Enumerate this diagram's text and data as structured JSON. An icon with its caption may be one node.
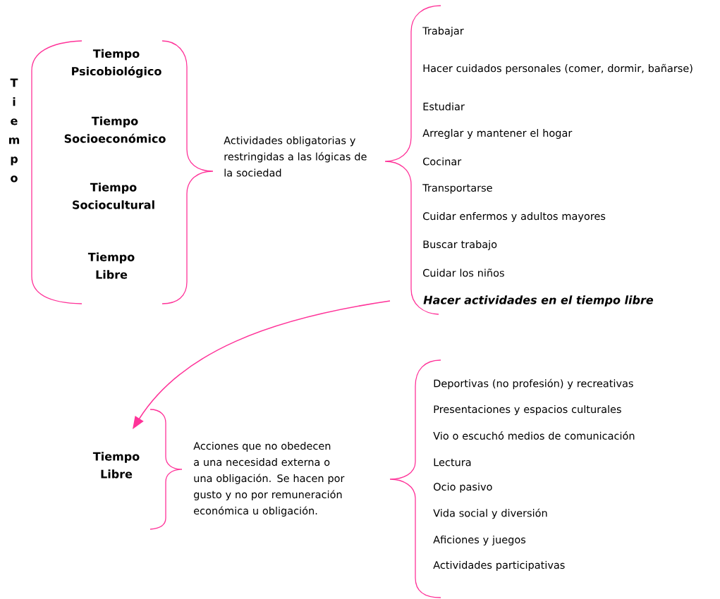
{
  "diagram": {
    "nodes": [
      {
        "text": [
          "Hacer actividades en el tiempo libre"
        ]
      },
      {
        "text": [
          "Tiempo Libre"
        ]
      }
    ],
    "edges": [
      {
        "from": 0,
        "to": 1,
        "arrow": "to"
      }
    ],
    "labels": [
      "Tiempo",
      "Tiempo Psicobiológico",
      "Tiempo Socioeconómico",
      "Tiempo Sociocultural",
      "Tiempo Libre",
      "Actividades obligatorias y restringidas a las lógicas de la sociedad",
      "Trabajar",
      "Hacer cuidados personales (comer, dormir, bañarse)",
      "Estudiar",
      "Arreglar y mantener el hogar",
      "Cocinar",
      "Transportarse",
      "Cuidar enfermos y adultos mayores",
      "Buscar trabajo",
      "Cuidar los niños",
      "Acciones que no obedecen a una necesidad externa o una obligación. Se hacen por gusto y no por remuneración económica u obligación.",
      "Deportivas (no profesión) y recreativas",
      "Presentaciones y espacios culturales",
      "Vio o escuchó medios de comunicación",
      "Lectura",
      "Ocio pasivo",
      "Vida social y diversión",
      "Aficiones y juegos",
      "Actividades participativas"
    ]
  }
}
